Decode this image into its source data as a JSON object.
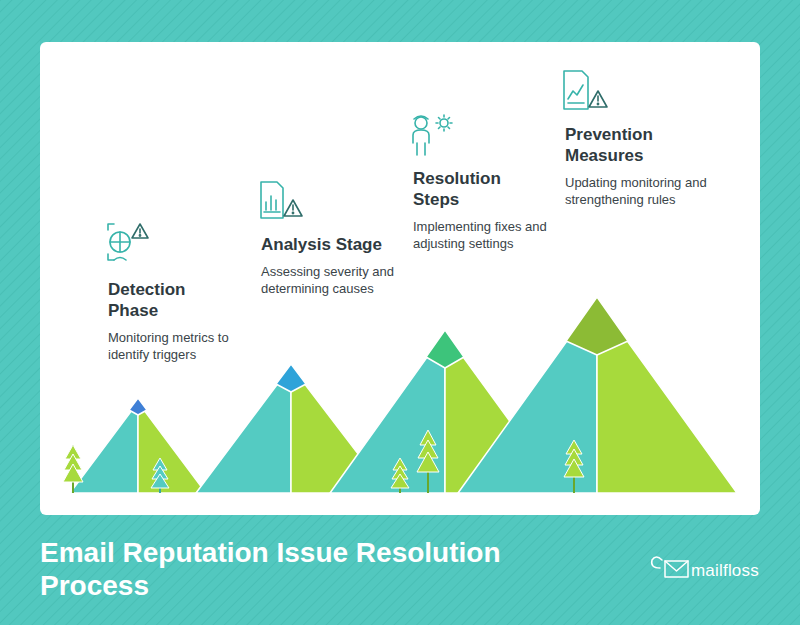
{
  "diagram": {
    "title": "Email Reputation Issue Resolution Process",
    "nodes": [
      {
        "text": [
          "Detection Phase",
          "Monitoring metrics to identify triggers"
        ]
      },
      {
        "text": [
          "Analysis Stage",
          "Assessing severity and determining causes"
        ]
      },
      {
        "text": [
          "Resolution Steps",
          "Implementing fixes and adjusting settings"
        ]
      },
      {
        "text": [
          "Prevention Measures",
          "Updating monitoring and strengthening rules"
        ]
      }
    ],
    "labels": [
      "mailfloss"
    ]
  }
}
